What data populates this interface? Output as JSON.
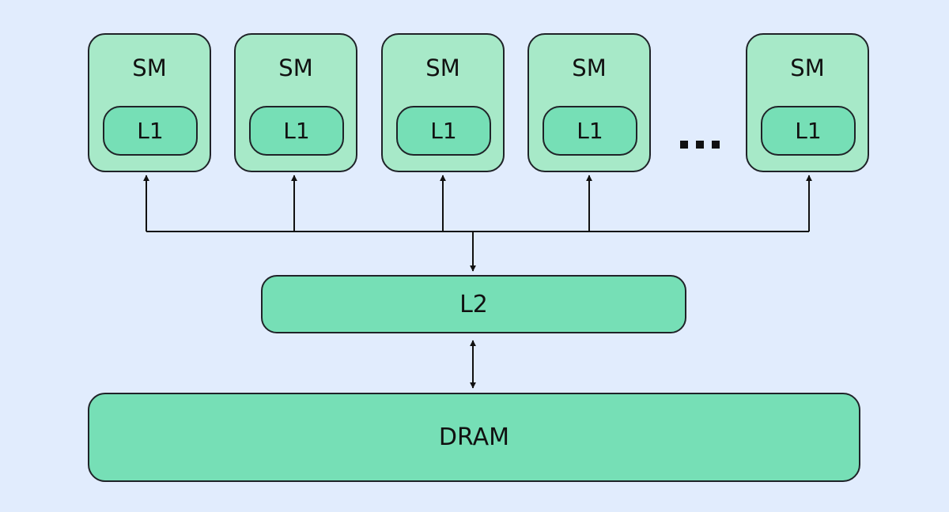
{
  "sms": [
    {
      "label": "SM",
      "cache_label": "L1"
    },
    {
      "label": "SM",
      "cache_label": "L1"
    },
    {
      "label": "SM",
      "cache_label": "L1"
    },
    {
      "label": "SM",
      "cache_label": "L1"
    },
    {
      "label": "SM",
      "cache_label": "L1"
    }
  ],
  "l2": {
    "label": "L2"
  },
  "dram": {
    "label": "DRAM"
  },
  "colors": {
    "background": "#e1ecfd",
    "sm_fill": "#a7e9c8",
    "cache_fill": "#76dfb6",
    "stroke": "#1f2328"
  }
}
